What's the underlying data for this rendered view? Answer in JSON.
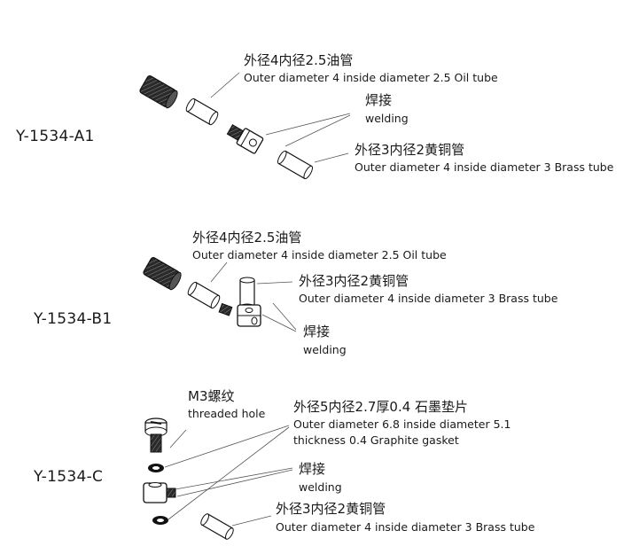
{
  "colors": {
    "ink": "#1a1a1a",
    "leader": "#555555",
    "background": "#ffffff"
  },
  "sections": [
    {
      "code": "Y-1534-A1",
      "labels": {
        "oil_tube_cn": "外径4内径2.5油管",
        "oil_tube_en": "Outer diameter 4 inside diameter 2.5 Oil tube",
        "welding_cn": "焊接",
        "welding_en": "welding",
        "brass_tube_cn": "外径3内径2黄铜管",
        "brass_tube_en": "Outer diameter 4 inside diameter 3 Brass tube"
      }
    },
    {
      "code": "Y-1534-B1",
      "labels": {
        "oil_tube_cn": "外径4内径2.5油管",
        "oil_tube_en": "Outer diameter 4 inside diameter 2.5 Oil tube",
        "brass_tube_cn": "外径3内径2黄铜管",
        "brass_tube_en": "Outer diameter 4 inside diameter 3 Brass tube",
        "welding_cn": "焊接",
        "welding_en": "welding"
      }
    },
    {
      "code": "Y-1534-C",
      "labels": {
        "thread_cn": "M3螺纹",
        "thread_en": "threaded hole",
        "gasket_cn": "外径5内径2.7厚0.4 石墨垫片",
        "gasket_en_1": "Outer diameter 6.8 inside diameter 5.1",
        "gasket_en_2": "thickness 0.4 Graphite gasket",
        "welding_cn": "焊接",
        "welding_en": "welding",
        "brass_tube_cn": "外径3内径2黄铜管",
        "brass_tube_en": "Outer diameter 4 inside diameter 3 Brass tube"
      }
    }
  ]
}
